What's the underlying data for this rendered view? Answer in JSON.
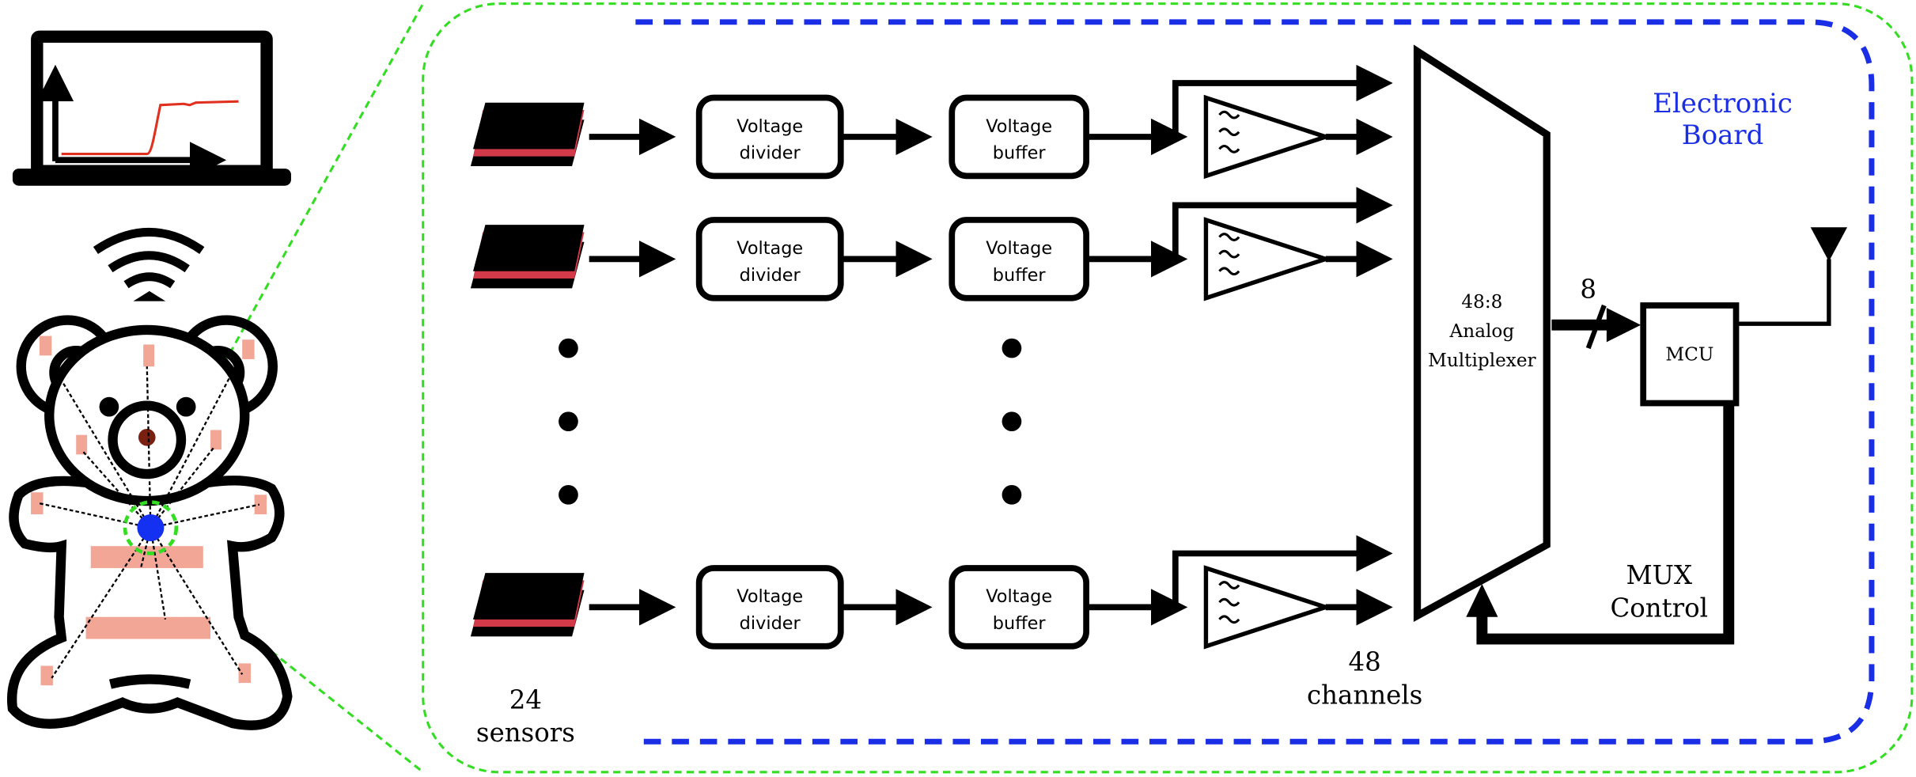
{
  "board_label": {
    "line1": "Electronic",
    "line2": "Board",
    "color": "#1a2ee6"
  },
  "zoom_outline_color": "#33dd22",
  "sensor_colors": {
    "top": "#000000",
    "accent": "#d23a4a"
  },
  "sensor_pad_color": "#f2a696",
  "hub_color": "#1430f0",
  "signal_trace_color": "#e03020",
  "channels": [
    {
      "divider": {
        "line1": "Voltage",
        "line2": "divider"
      },
      "buffer": {
        "line1": "Voltage",
        "line2": "buffer"
      }
    },
    {
      "divider": {
        "line1": "Voltage",
        "line2": "divider"
      },
      "buffer": {
        "line1": "Voltage",
        "line2": "buffer"
      }
    },
    {
      "divider": {
        "line1": "Voltage",
        "line2": "divider"
      },
      "buffer": {
        "line1": "Voltage",
        "line2": "buffer"
      }
    }
  ],
  "sensors_label": {
    "line1": "24",
    "line2": "sensors"
  },
  "channels_label": {
    "line1": "48",
    "line2": "channels"
  },
  "mux_label": {
    "line1": "48:8",
    "line2": "Analog",
    "line3": "Multiplexer"
  },
  "bus_width": "8",
  "mcu_label": "MCU",
  "mux_control_label": {
    "line1": "MUX",
    "line2": "Control"
  },
  "icons": [
    "laptop-icon",
    "wifi-icon",
    "teddy-bear-icon",
    "sensor-icon",
    "filter-amplifier-icon",
    "antenna-icon"
  ]
}
